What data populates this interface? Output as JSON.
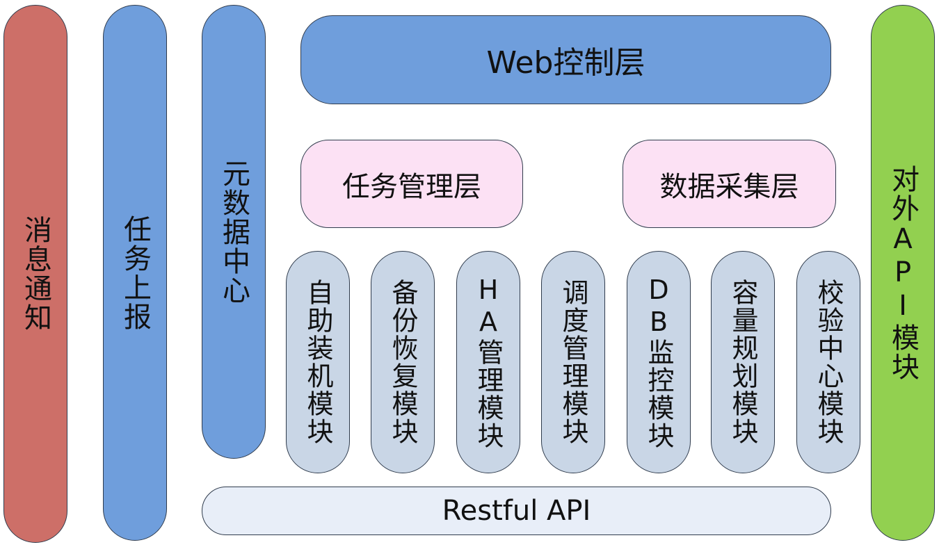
{
  "side_bars": {
    "message_notify": "消息通知",
    "task_report": "任务上报",
    "metadata_center": "元数据中心",
    "external_api": "对外API模块"
  },
  "layers": {
    "web": "Web控制层",
    "task_management": "任务管理层",
    "data_collection": "数据采集层",
    "restful": "Restful API"
  },
  "modules": [
    "自助装机模块",
    "备份恢复模块",
    "HA管理模块",
    "调度管理模块",
    "DB监控模块",
    "容量规划模块",
    "校验中心模块"
  ],
  "colors": {
    "red": "#cd6f68",
    "blue": "#6f9edc",
    "green": "#92d050",
    "pink": "#fce1f4",
    "grey": "#c9d6e6",
    "pale": "#e8eef8"
  }
}
